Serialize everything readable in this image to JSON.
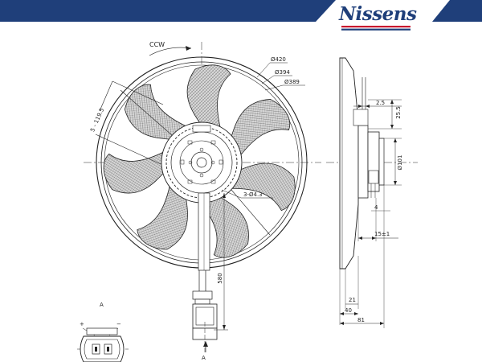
{
  "brand": {
    "name": "Nissens"
  },
  "colors": {
    "banner": "#1f3f7a",
    "logo_red": "#c8102e",
    "line": "#222222"
  },
  "dimensions": {
    "rotation": "CCW",
    "outer_ring": "Ø420",
    "mid_ring": "Ø394",
    "inner_ring": "Ø389",
    "bolt_circle": "5 - 119.5",
    "holes": "3-Ø4.3",
    "cable_length": "580",
    "side_top_thickness": "2.5",
    "side_top_height": "25.5",
    "motor_diameter": "Ø101",
    "side_small": "4",
    "side_gap": "15±1",
    "side_bottom": "21",
    "depth_inner": "40",
    "depth_total": "81"
  },
  "connector": {
    "view_label": "A",
    "arrow_label": "A",
    "plus": "+",
    "minus": "−"
  }
}
